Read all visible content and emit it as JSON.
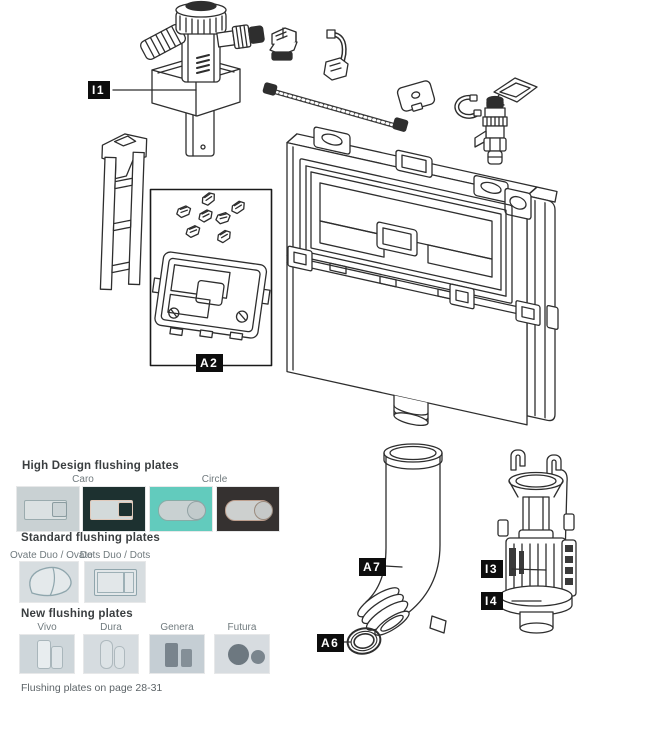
{
  "diagram_labels": {
    "i1": "I1",
    "a2": "A2",
    "a7": "A7",
    "a6": "A6",
    "i3": "I3",
    "i4": "I4"
  },
  "plates_panel": {
    "sections": {
      "high_design": {
        "title": "High Design flushing plates",
        "models": {
          "caro": "Caro",
          "circle": "Circle"
        }
      },
      "standard": {
        "title": "Standard flushing plates",
        "models": {
          "ovate": "Ovate Duo / Ovate",
          "dots": "Dots Duo / Dots"
        }
      },
      "new": {
        "title": "New flushing plates",
        "models": {
          "vivo": "Vivo",
          "dura": "Dura",
          "genera": "Genera",
          "futura": "Futura"
        }
      }
    },
    "footer_note": "Flushing plates on page 28-31"
  },
  "colors": {
    "label_bg": "#0d0d0d",
    "label_fg": "#ffffff",
    "line_art": "#2e2e2e",
    "plate_caro_light": "#c9d1d3",
    "plate_caro_dark": "#1d3130",
    "plate_circle_teal": "#62cbbd",
    "plate_circle_dark": "#353130",
    "plate_standard": "#d7dde0",
    "plate_new_light": "#ced6da",
    "plate_dura": "#d6dce0",
    "plate_genera": "#c5ced4",
    "plate_futura": "#d7dce0"
  }
}
